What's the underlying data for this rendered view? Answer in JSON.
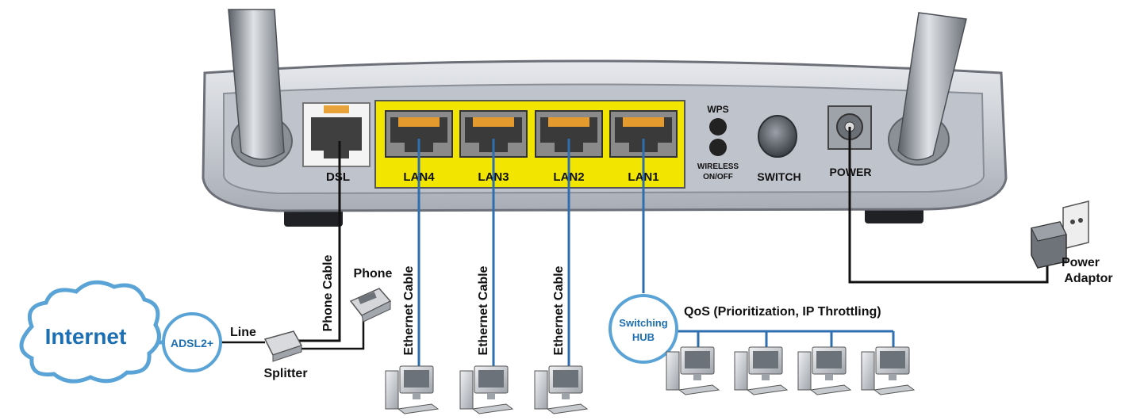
{
  "router": {
    "ports": {
      "dsl": "DSL",
      "lan4": "LAN4",
      "lan3": "LAN3",
      "lan2": "LAN2",
      "lan1": "LAN1"
    },
    "wps_label": "WPS",
    "wireless_label_line1": "WIRELESS",
    "wireless_label_line2": "ON/OFF",
    "switch_label": "SWITCH",
    "power_label": "POWER"
  },
  "labels": {
    "internet": "Internet",
    "adsl": "ADSL2+",
    "line": "Line",
    "splitter": "Splitter",
    "phone": "Phone",
    "phone_cable": "Phone Cable",
    "ethernet_cable": "Ethernet Cable",
    "hub_line1": "Switching",
    "hub_line2": "HUB",
    "qos": "QoS (Prioritization, IP Throttling)",
    "power_adaptor_line1": "Power",
    "power_adaptor_line2": "Adaptor"
  },
  "colors": {
    "router_body": "#c9ccd3",
    "router_panel": "#b9bdc6",
    "port_highlight": "#f2e600",
    "cable_ethernet": "#2f6fb0",
    "cable_phone": "#111111",
    "internet_text": "#1d6fb3",
    "cloud_border": "#5aa3d6",
    "cloud_fill": "#ffffff"
  }
}
